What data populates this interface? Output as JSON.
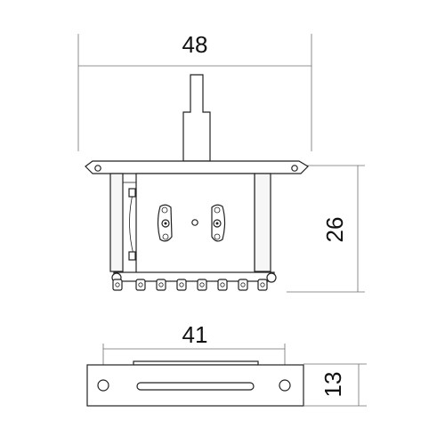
{
  "dimensions": {
    "overall_width": "48",
    "body_height": "26",
    "mount_hole_spacing": "41",
    "base_depth": "13"
  },
  "colors": {
    "line": "#222222",
    "plate_fill": "#ffffff",
    "body_shade": "#f2f2f2",
    "dimension_line": "#6f6f6f"
  }
}
